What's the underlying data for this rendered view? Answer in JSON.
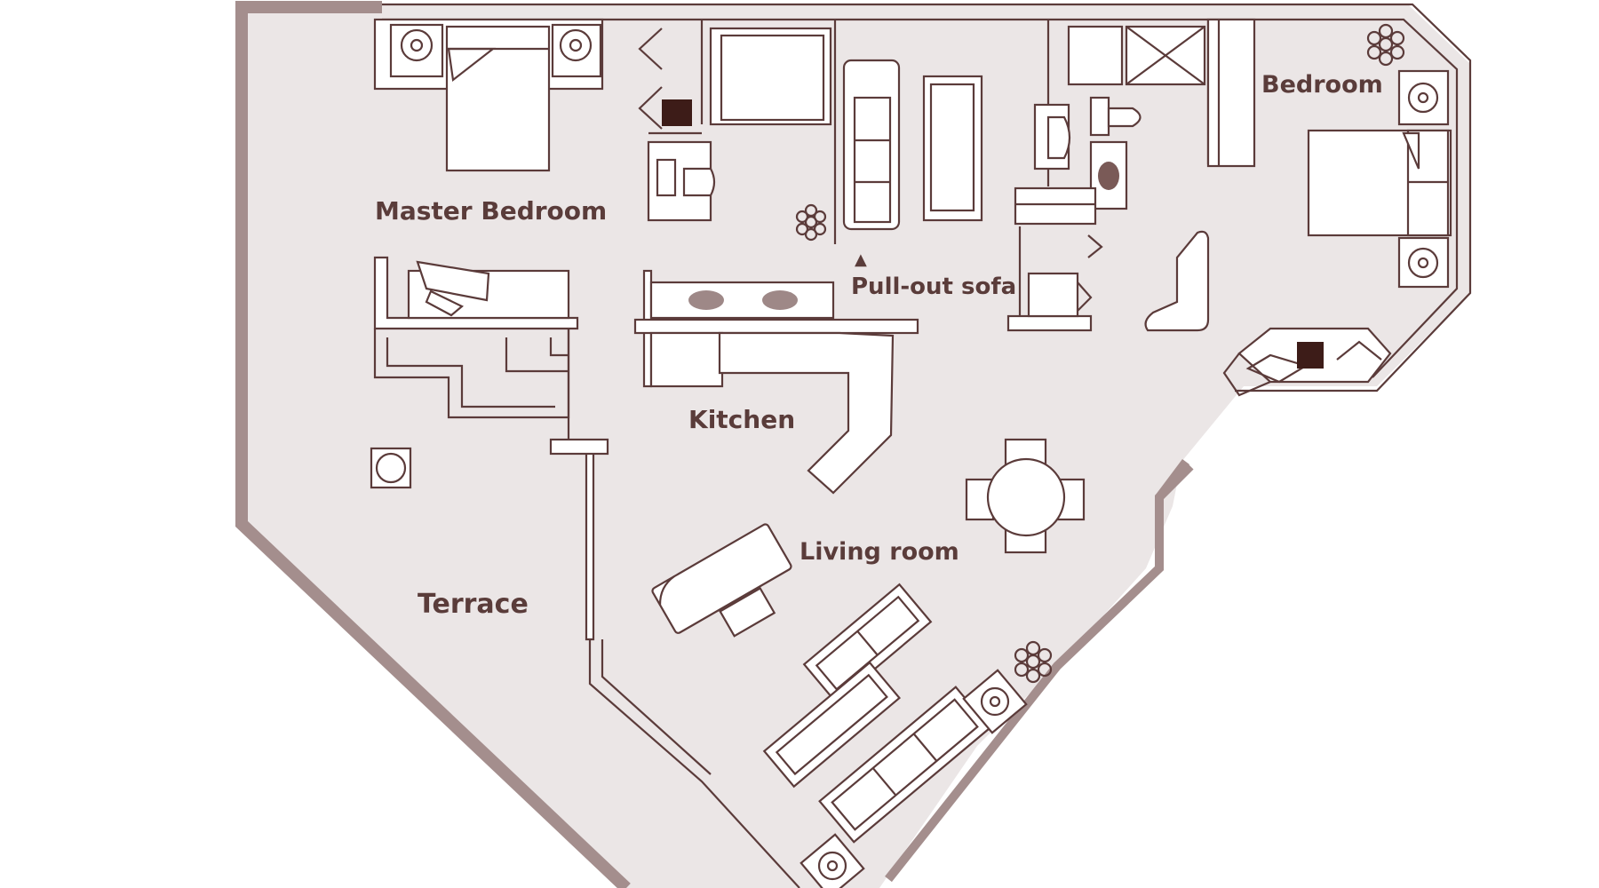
{
  "floorplan": {
    "rooms": {
      "master_bedroom": "Master Bedroom",
      "bedroom": "Bedroom",
      "pull_out_sofa": "Pull-out sofa",
      "kitchen": "Kitchen",
      "living_room": "Living room",
      "terrace": "Terrace"
    },
    "marker_glyph": "▲"
  },
  "colors": {
    "floor": "#ebe6e6",
    "outer_wall": "#a48e8d",
    "furniture_outline": "#5b3b3a",
    "label_text": "#5a3c3a",
    "dark_fill": "#4a2420"
  }
}
